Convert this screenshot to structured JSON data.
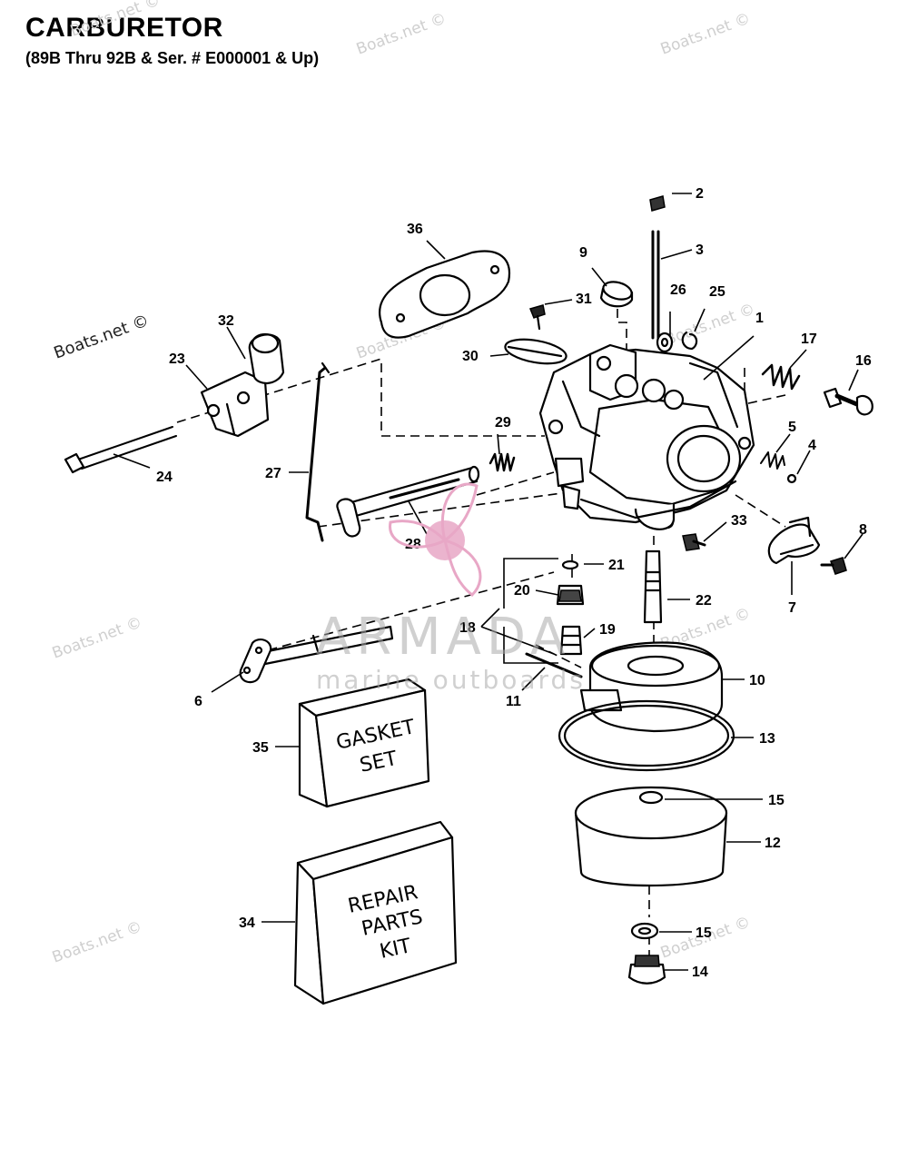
{
  "header": {
    "title": "CARBURETOR",
    "subtitle": "(89B Thru 92B & Ser. # E000001 & Up)"
  },
  "watermark": {
    "text": "Boats.net ©",
    "brand_name": "ARMADA",
    "brand_tagline": "marine outboards",
    "brand_color": "#e8a7c6"
  },
  "boxes": {
    "gasket_set": [
      "GASKET",
      "SET"
    ],
    "repair_kit": [
      "REPAIR",
      "PARTS",
      "KIT"
    ]
  },
  "callouts": [
    "1",
    "2",
    "3",
    "4",
    "5",
    "6",
    "7",
    "8",
    "9",
    "10",
    "11",
    "12",
    "13",
    "14",
    "15",
    "15",
    "16",
    "17",
    "18",
    "19",
    "20",
    "21",
    "22",
    "23",
    "24",
    "25",
    "26",
    "27",
    "28",
    "29",
    "30",
    "31",
    "32",
    "33",
    "34",
    "35",
    "36"
  ]
}
